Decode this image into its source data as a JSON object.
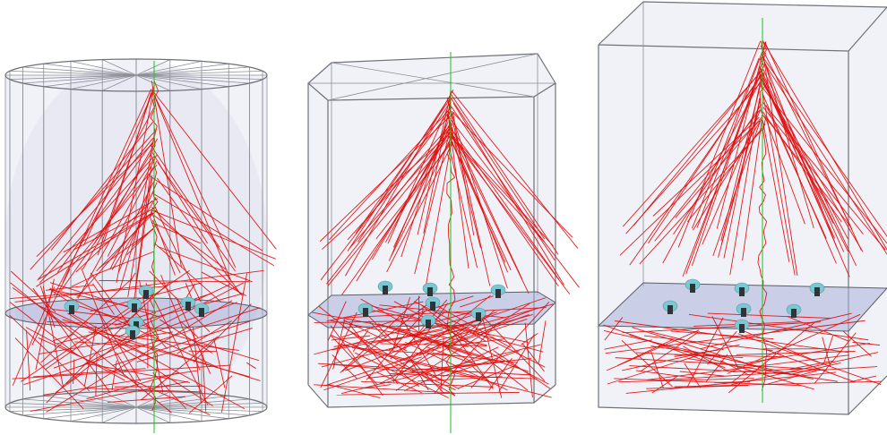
{
  "scene": {
    "panels": [
      "cylinder-panel",
      "hexagon-panel",
      "box-panel"
    ],
    "colors": {
      "frame": "#6f7278",
      "ray": "#e01010",
      "axis": "#19c619",
      "plate": "#aab0d8",
      "sensor": "#7bc8d2"
    },
    "sensor_counts": {
      "cylinder": 7,
      "hexagon": 7,
      "box": 7
    }
  }
}
